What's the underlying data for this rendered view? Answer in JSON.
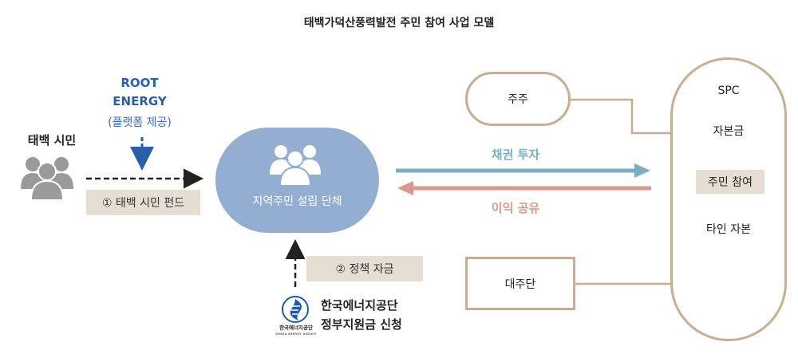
{
  "title": "태백가덕산풍력발전 주민 참여 사업 모델",
  "root_energy": {
    "name_line1": "ROOT",
    "name_line2": "ENERGY",
    "sub": "(플랫폼 제공)"
  },
  "citizens": {
    "label": "태백 시민",
    "icon": "people-group-icon"
  },
  "fund": {
    "label": "① 태백 시민 펀드"
  },
  "local_group": {
    "label": "지역주민 설립 단체",
    "icon": "people-group-icon"
  },
  "policy": {
    "label": "② 정책 자금"
  },
  "kea": {
    "line1": "한국에너지공단",
    "line2": "정부지원금 신청",
    "logo_text": "한국에너지공단",
    "logo_sub": "KOREA ENERGY AGENCY"
  },
  "flows": {
    "bond": "채권 투자",
    "profit": "이익 공유"
  },
  "shareholder": {
    "label": "주주"
  },
  "creditor": {
    "label": "대주단"
  },
  "spc": {
    "title": "SPC",
    "capital": "자본금",
    "resident": "주민 참여",
    "other": "타인 자본"
  },
  "colors": {
    "blob": "#93aed0",
    "root_blue": "#2a5ea8",
    "bond_arrow": "#7aaec0",
    "profit_arrow": "#d9988a",
    "frame": "#c8ad91",
    "label_bg": "#e6ddd3",
    "icon_gray": "#9a9a9a"
  }
}
